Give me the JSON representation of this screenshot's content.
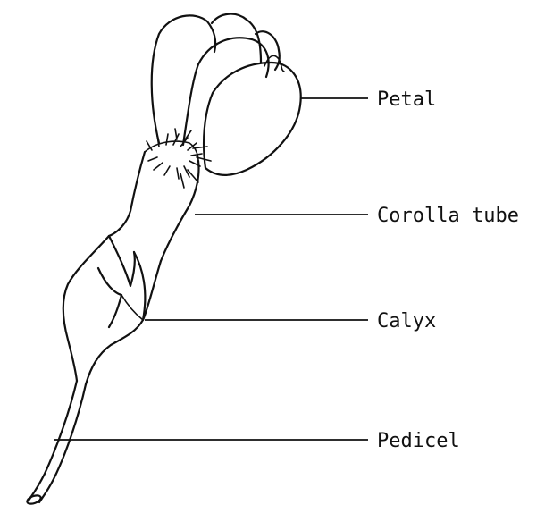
{
  "diagram": {
    "labels": {
      "petal": "Petal",
      "corolla_tube": "Corolla tube",
      "calyx": "Calyx",
      "pedicel": "Pedicel"
    }
  }
}
